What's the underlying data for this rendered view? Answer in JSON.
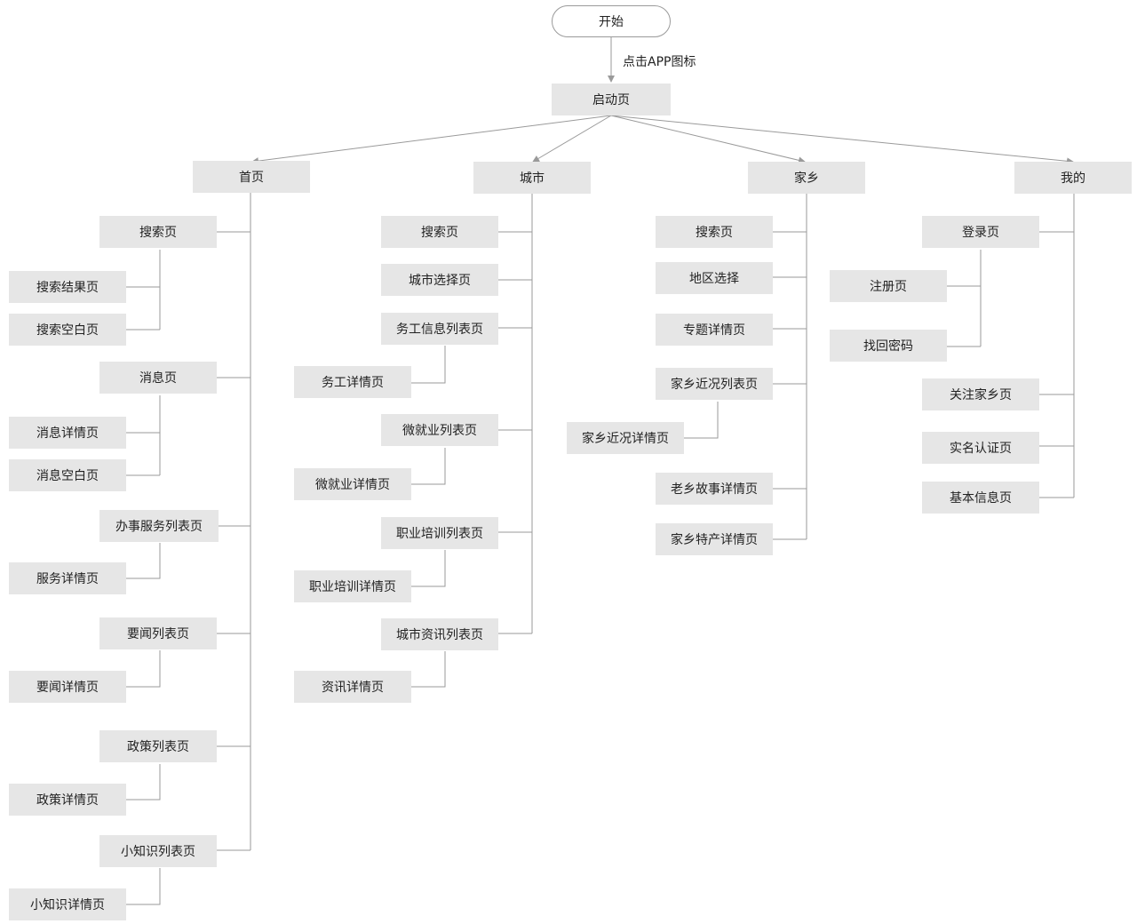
{
  "nodes": {
    "start": "开始",
    "launch": "启动页",
    "home": "首页",
    "city": "城市",
    "hometown": "家乡",
    "mine": "我的",
    "home_search": "搜索页",
    "home_search_result": "搜索结果页",
    "home_search_empty": "搜索空白页",
    "home_message": "消息页",
    "home_message_detail": "消息详情页",
    "home_message_empty": "消息空白页",
    "home_service_list": "办事服务列表页",
    "home_service_detail": "服务详情页",
    "home_news_list": "要闻列表页",
    "home_news_detail": "要闻详情页",
    "home_policy_list": "政策列表页",
    "home_policy_detail": "政策详情页",
    "home_tips_list": "小知识列表页",
    "home_tips_detail": "小知识详情页",
    "city_search": "搜索页",
    "city_select": "城市选择页",
    "city_work_list": "务工信息列表页",
    "city_work_detail": "务工详情页",
    "city_micro_list": "微就业列表页",
    "city_micro_detail": "微就业详情页",
    "city_training_list": "职业培训列表页",
    "city_training_detail": "职业培训详情页",
    "city_info_list": "城市资讯列表页",
    "city_info_detail": "资讯详情页",
    "ht_search": "搜索页",
    "ht_region": "地区选择",
    "ht_topic": "专题详情页",
    "ht_news_list": "家乡近况列表页",
    "ht_news_detail": "家乡近况详情页",
    "ht_story": "老乡故事详情页",
    "ht_specialty": "家乡特产详情页",
    "mine_login": "登录页",
    "mine_register": "注册页",
    "mine_recover": "找回密码",
    "mine_follow": "关注家乡页",
    "mine_verify": "实名认证页",
    "mine_basic": "基本信息页"
  },
  "edge_label_start": "点击APP图标",
  "colors": {
    "node_fill": "#e6e6e6",
    "line": "#9a9a9a",
    "text": "#222222"
  }
}
